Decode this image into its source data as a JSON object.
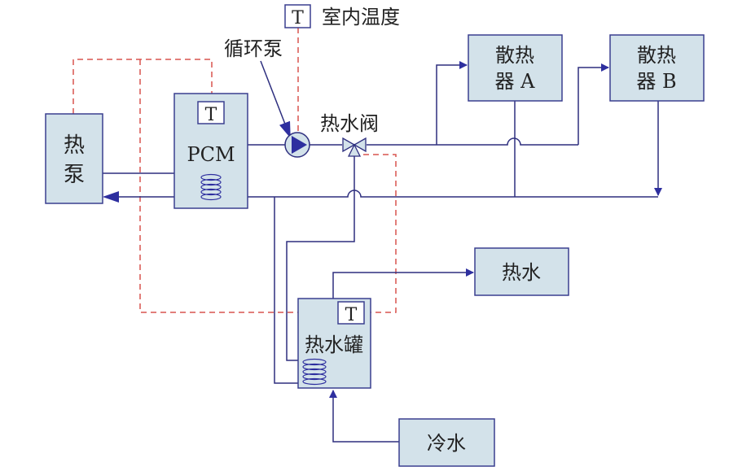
{
  "labels": {
    "indoor_temp": "室内温度",
    "pump": "循环泵",
    "valve": "热水阀",
    "heat_pump": [
      "热",
      "泵"
    ],
    "pcm": "PCM",
    "radiator_a": [
      "散热",
      "器 A"
    ],
    "radiator_b": [
      "散热",
      "器 B"
    ],
    "hot_water": "热水",
    "cold_water": "冷水",
    "tank": "热水罐",
    "sensor": "T"
  },
  "colors": {
    "pipe": "#2e2f7f",
    "signal": "#d9534f",
    "box_fill": "#d3e2ea"
  }
}
